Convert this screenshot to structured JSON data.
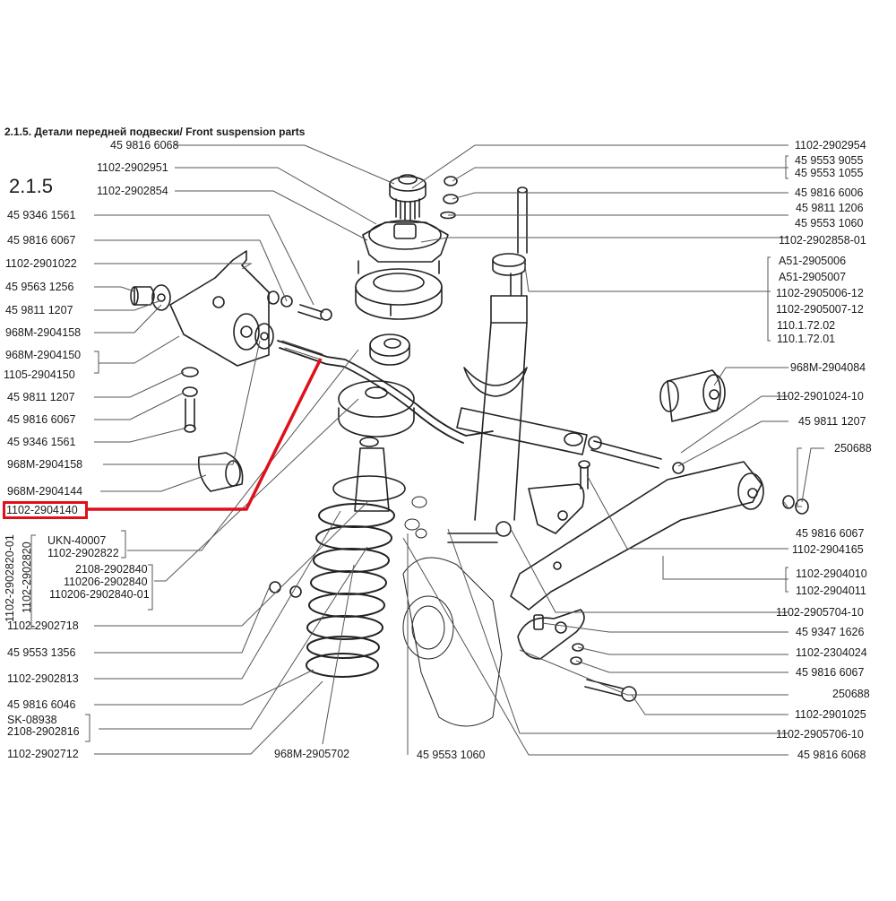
{
  "title": "2.1.5. Детали передней подвески/ Front suspension parts",
  "section_number": "2.1.5",
  "highlight": {
    "part": "1102-2904140",
    "color": "#e0101a"
  },
  "labels_left": [
    "45 9816 6068",
    "1102-2902951",
    "1102-2902854",
    "45 9346 1561",
    "45 9816 6067",
    "1102-2901022",
    "45 9563 1256",
    "45 9811 1207",
    "968M-2904158",
    "968M-2904150",
    "1105-2904150",
    "45 9811 1207",
    "45 9816 6067",
    "45 9346 1561",
    "968M-2904158",
    "968M-2904144",
    "1102-2904140",
    "1102-2902718",
    "45 9553 1356",
    "1102-2902813",
    "45 9816 6046",
    "SK-08938",
    "2108-2902816",
    "1102-2902712"
  ],
  "vertical_labels": [
    "1102-2902820-01",
    "1102-2902820"
  ],
  "spring_group": [
    "UKN-40007",
    "1102-2902822"
  ],
  "bumper_group": [
    "2108-2902840",
    "110206-2902840",
    "110206-2902840-01"
  ],
  "labels_bottom": [
    "968M-2905702",
    "45 9553 1060"
  ],
  "labels_right": [
    "1102-2902954",
    "45 9553 9055",
    "45 9553 1055",
    "45 9816 6006",
    "45 9811 1206",
    "45 9553 1060",
    "1102-2902858-01",
    "A51-2905006",
    "A51-2905007",
    "1102-2905006-12",
    "1102-2905007-12",
    "110.1.72.02",
    "110.1.72.01",
    "968M-2904084",
    "1102-2901024-10",
    "45 9811 1207",
    "250688",
    "45 9816 6067",
    "1102-2904165",
    "1102-2904010",
    "1102-2904011",
    "1102-2905704-10",
    "45 9347 1626",
    "1102-2304024",
    "45 9816 6067",
    "250688",
    "1102-2901025",
    "1102-2905706-10",
    "45 9816 6068"
  ]
}
